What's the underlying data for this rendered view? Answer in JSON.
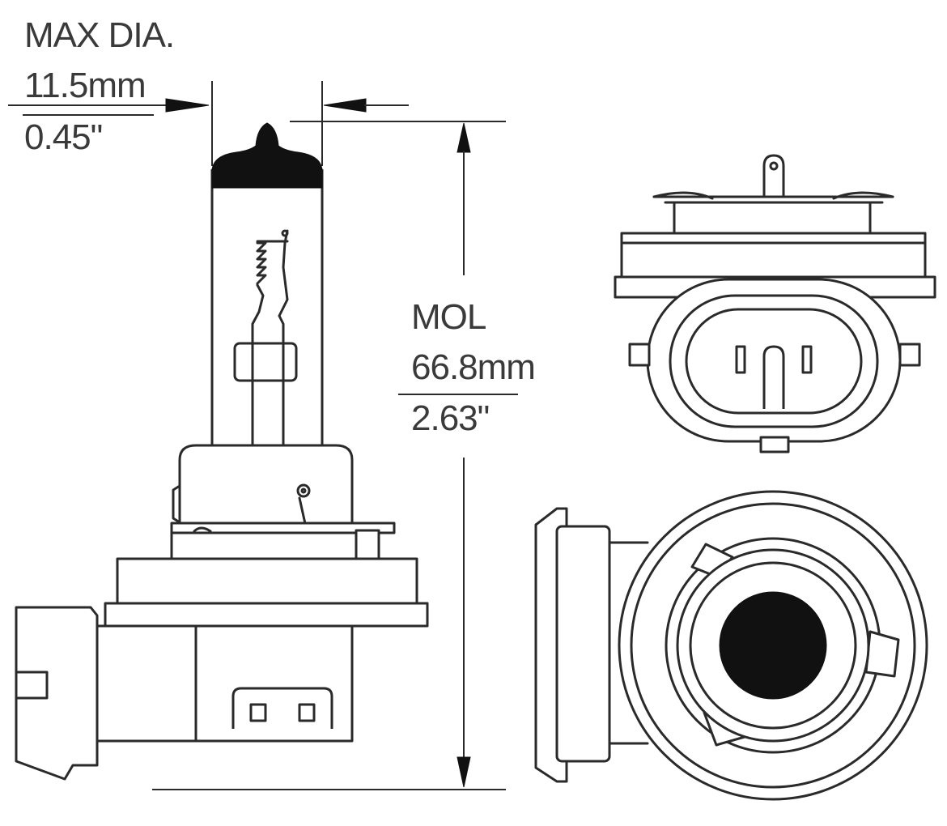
{
  "diagram": {
    "max_dia": {
      "title": "MAX DIA.",
      "metric": "11.5mm",
      "imperial": "0.45\""
    },
    "mol": {
      "title": "MOL",
      "metric": "66.8mm",
      "imperial": "2.63\""
    },
    "colors": {
      "line": "#2a2a2a",
      "fill_dark": "#111111",
      "background": "#ffffff",
      "text": "#3a3a3a"
    }
  }
}
